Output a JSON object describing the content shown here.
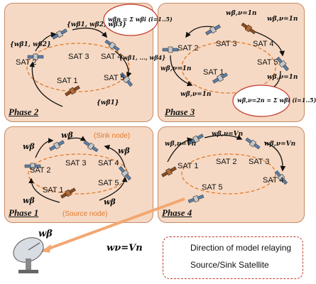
{
  "phases": {
    "p1": "Phase 1",
    "p2": "Phase 2",
    "p3": "Phase 3",
    "p4": "Phase 4"
  },
  "sats": {
    "s1": "SAT 1",
    "s2": "SAT 2",
    "s3": "SAT 3",
    "s4": "SAT 4",
    "s5": "SAT 5"
  },
  "nodes": {
    "sink": "(Sink node)",
    "source": "(Source node)"
  },
  "weights": {
    "wb": "wβ",
    "p2_top": "{wβ1, wβ2, wβ3}",
    "p2_left": "{wβ1, wβ2}",
    "p2_right": "{wβ1, ..., wβ4}",
    "p2_bottom": "{wβ1}",
    "cloud_p2": "wβn = Σ wβi (i=1..5)",
    "p3_w": "wβ,ν=1n",
    "cloud_p3": "wβ,ν=2n = Σ wβi (i=1..5)",
    "p4_w": "wβ,ν=Vn",
    "ground": "wβ",
    "ground_v": "wν=Vn"
  },
  "legend": {
    "relay": "Direction of model relaying",
    "source": "Source/Sink Satellite"
  },
  "colors": {
    "panel": "#f6d9c4",
    "border": "#c58a63",
    "orbit": "#e07b2c",
    "arrow": "#111111",
    "link": "#f2a772"
  }
}
